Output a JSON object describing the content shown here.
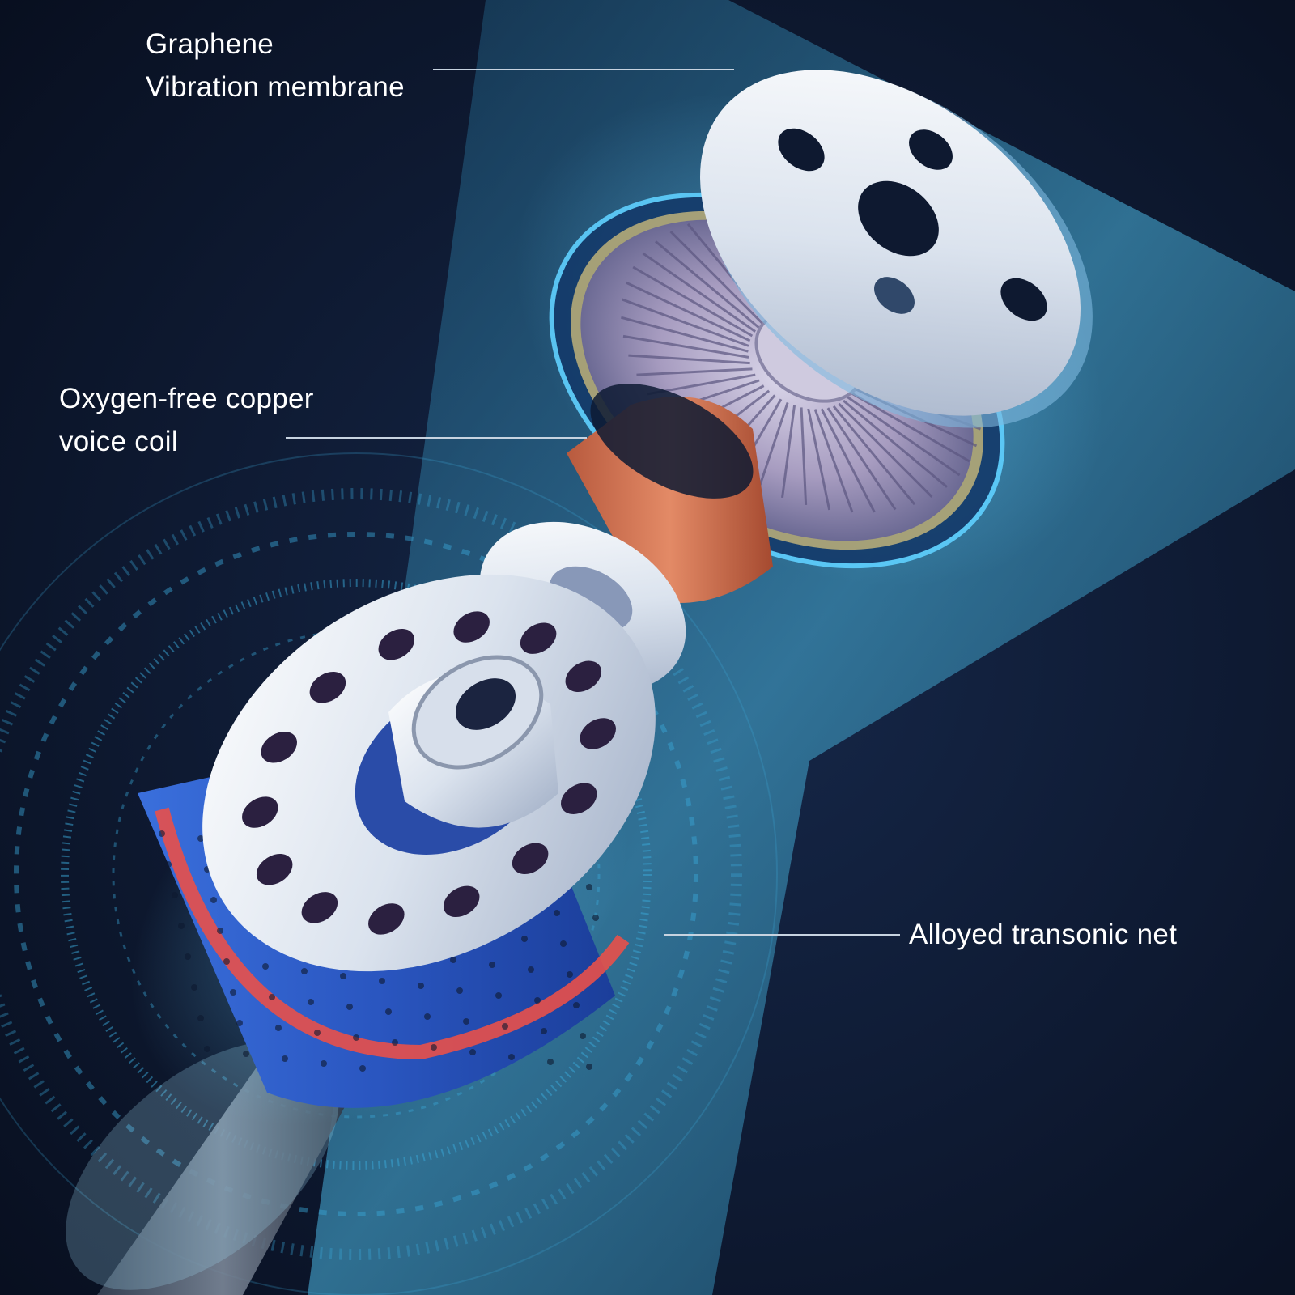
{
  "callouts": {
    "membrane": {
      "line1": "Graphene",
      "line2": "Vibration membrane"
    },
    "voice_coil": {
      "line1": "Oxygen-free copper",
      "line2": "voice coil"
    },
    "net": {
      "line1": "Alloyed transonic net"
    }
  },
  "colors": {
    "background": "#0b1428",
    "light_beam": "#2f7fa6",
    "copper": "#d07050",
    "accent_blue": "#2f6fe0",
    "red_ring": "#e8504a",
    "metal": "#dfe6f0"
  }
}
